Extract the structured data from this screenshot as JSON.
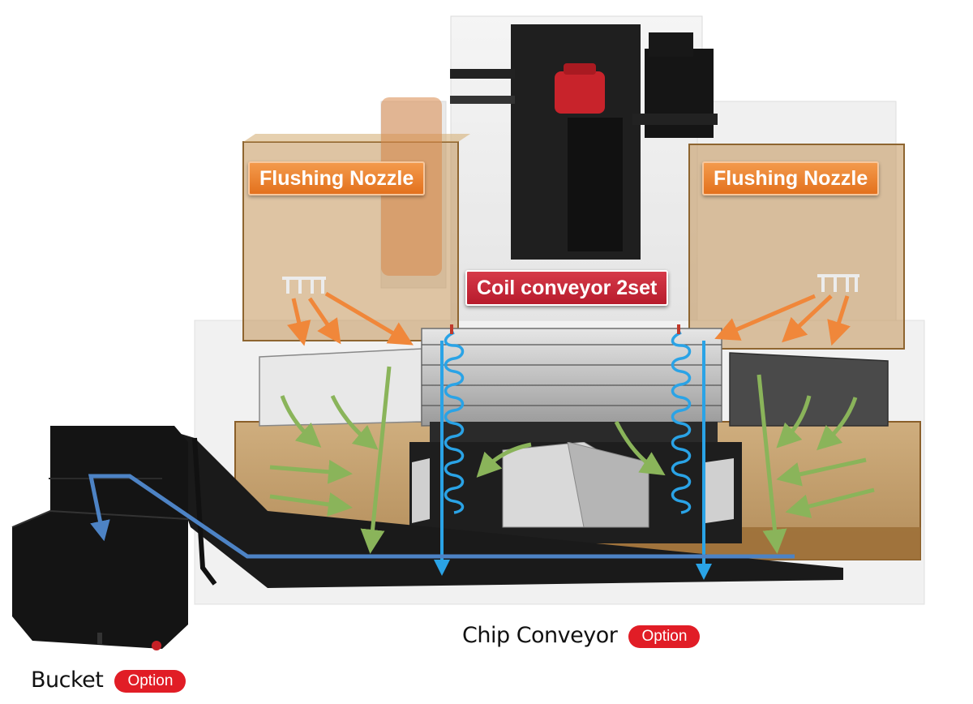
{
  "labels": {
    "flushing_left": "Flushing Nozzle",
    "flushing_right": "Flushing Nozzle",
    "coil_conveyor": "Coil conveyor 2set",
    "chip_conveyor": "Chip Conveyor",
    "bucket": "Bucket",
    "option_badge": "Option"
  },
  "colors": {
    "flushing_arrow": "#f0873a",
    "coolant_arrow": "#8ab45a",
    "coil_spring": "#2aa3e6",
    "chip_path": "#4d83c5",
    "option_badge": "#e11d26",
    "coil_callout": "#c42637",
    "nozzle_callout": "#ec8130"
  },
  "icons": [
    "flushing-arrow",
    "coolant-arrow",
    "coil-spring",
    "chip-flow-arrow"
  ]
}
